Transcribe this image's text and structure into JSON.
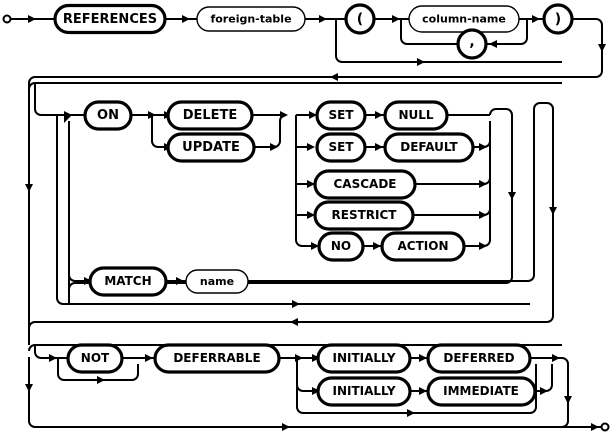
{
  "diagram": {
    "kind": "railroad-syntax-diagram",
    "title": "REFERENCES clause syntax diagram",
    "start_marker": "start-circle",
    "end_marker": "end-circle",
    "line_color": "#000000",
    "background_color": "#ffffff",
    "keyword_border_color": "#000000",
    "nonterminal_border_color": "#000000",
    "nodes": {
      "references": {
        "label": "REFERENCES",
        "type": "keyword"
      },
      "foreign_table": {
        "label": "foreign-table",
        "type": "nonterminal"
      },
      "lparen": {
        "label": "(",
        "type": "keyword"
      },
      "column_name": {
        "label": "column-name",
        "type": "nonterminal"
      },
      "comma": {
        "label": ",",
        "type": "keyword"
      },
      "rparen": {
        "label": ")",
        "type": "keyword"
      },
      "on": {
        "label": "ON",
        "type": "keyword"
      },
      "delete": {
        "label": "DELETE",
        "type": "keyword"
      },
      "update": {
        "label": "UPDATE",
        "type": "keyword"
      },
      "set_1": {
        "label": "SET",
        "type": "keyword"
      },
      "null": {
        "label": "NULL",
        "type": "keyword"
      },
      "set_2": {
        "label": "SET",
        "type": "keyword"
      },
      "default": {
        "label": "DEFAULT",
        "type": "keyword"
      },
      "cascade": {
        "label": "CASCADE",
        "type": "keyword"
      },
      "restrict": {
        "label": "RESTRICT",
        "type": "keyword"
      },
      "no": {
        "label": "NO",
        "type": "keyword"
      },
      "action": {
        "label": "ACTION",
        "type": "keyword"
      },
      "match": {
        "label": "MATCH",
        "type": "keyword"
      },
      "name": {
        "label": "name",
        "type": "nonterminal"
      },
      "not": {
        "label": "NOT",
        "type": "keyword"
      },
      "deferrable": {
        "label": "DEFERRABLE",
        "type": "keyword"
      },
      "initially_1": {
        "label": "INITIALLY",
        "type": "keyword"
      },
      "deferred": {
        "label": "DEFERRED",
        "type": "keyword"
      },
      "initially_2": {
        "label": "INITIALLY",
        "type": "keyword"
      },
      "immediate": {
        "label": "IMMEDIATE",
        "type": "keyword"
      }
    }
  }
}
